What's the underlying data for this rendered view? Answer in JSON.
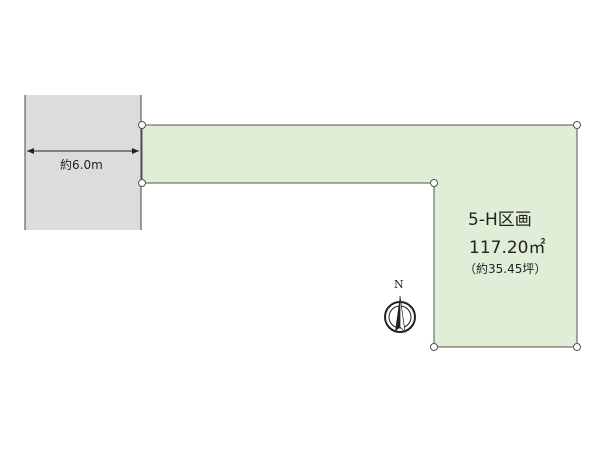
{
  "road": {
    "width_label": "約6.0m"
  },
  "lot": {
    "name": "5-H区画",
    "area_m2": "117.20㎡",
    "area_tsubo": "（約35.45坪）",
    "fill_color": "#e0eed8"
  },
  "compass": {
    "north_label": "N"
  }
}
